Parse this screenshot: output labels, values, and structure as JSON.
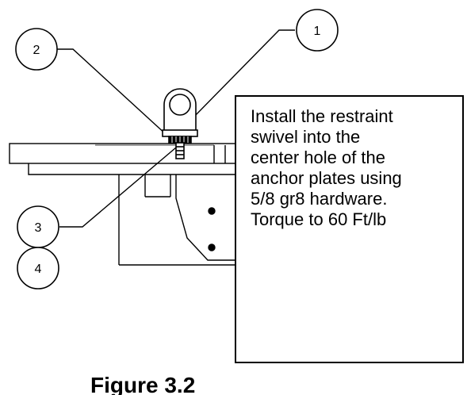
{
  "callouts": {
    "c1": "1",
    "c2": "2",
    "c3": "3",
    "c4": "4"
  },
  "note": {
    "text": "Install the restraint swivel into the center hole of the anchor plates using 5/8 gr8 hardware. Torque to 60 Ft/lb"
  },
  "caption": "Figure 3.2",
  "colors": {
    "line": "#000000",
    "background": "#ffffff"
  }
}
